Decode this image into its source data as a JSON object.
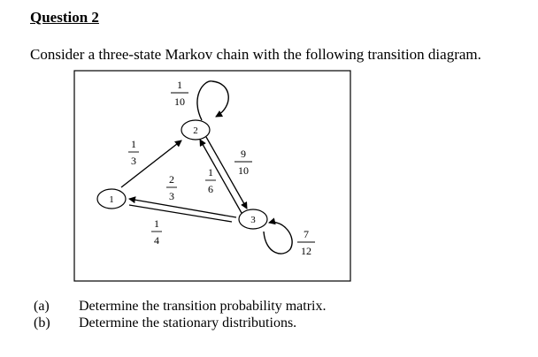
{
  "document": {
    "heading": "Question 2",
    "intro": "Consider a three-state Markov chain with the following transition diagram.",
    "parts": [
      {
        "tag": "(a)",
        "text": "Determine the transition probability matrix."
      },
      {
        "tag": "(b)",
        "text": "Determine the stationary distributions."
      }
    ]
  },
  "diagram": {
    "states": [
      "1",
      "2",
      "3"
    ],
    "transitions": {
      "p22": {
        "num": "1",
        "den": "10"
      },
      "p12": {
        "num": "1",
        "den": "3"
      },
      "p21": {
        "num": "2",
        "den": "3"
      },
      "p32": {
        "num": "1",
        "den": "6"
      },
      "p23": {
        "num": "9",
        "den": "10"
      },
      "p31": {
        "num": "1",
        "den": "4"
      },
      "p33": {
        "num": "7",
        "den": "12"
      }
    }
  }
}
